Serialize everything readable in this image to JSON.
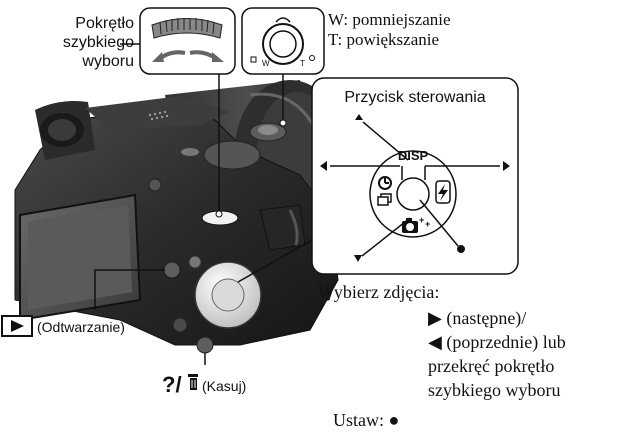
{
  "labels": {
    "dial_line1": "Pokrętło",
    "dial_line2": "szybkiego",
    "dial_line3": "wyboru",
    "zoom_w": "W: pomniejszanie",
    "zoom_t": "T: powiększanie",
    "control_title": "Przycisk sterowania",
    "disp": "DISP",
    "zoom_w_key": "W",
    "zoom_t_key": "T",
    "playback": "(Odtwarzanie)",
    "delete_prefix": "?/",
    "delete_label": "(Kasuj)",
    "select_title": "Wybierz zdjęcia:",
    "select_next": "(następne)/",
    "select_prev": "(poprzednie) lub",
    "select_dial_1": "przekręć pokrętło",
    "select_dial_2": "szybkiego wyboru",
    "set": "Ustaw:"
  },
  "icons": {
    "next": "play-triangle-right",
    "prev": "play-triangle-left",
    "set": "filled-circle",
    "playback": "play-box",
    "delete": "trash-can",
    "self_timer": "self-timer",
    "burst": "burst-mode",
    "flash": "flash-bolt",
    "smile": "smile-shutter-camera"
  }
}
